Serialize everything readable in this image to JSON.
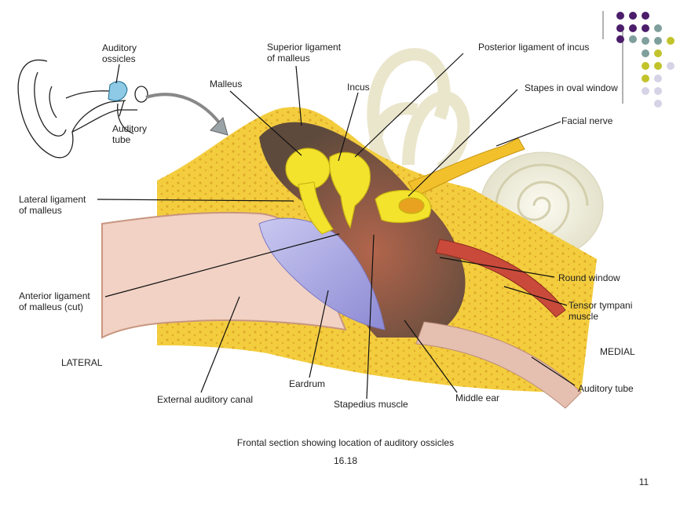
{
  "labels": {
    "auditory_ossicles": "Auditory\nossicles",
    "auditory_tube_inset": "Auditory\ntube",
    "superior_ligament": "Superior ligament\nof malleus",
    "malleus": "Malleus",
    "incus": "Incus",
    "posterior_ligament": "Posterior ligament of incus",
    "stapes": "Stapes in oval window",
    "facial_nerve": "Facial nerve",
    "lateral_ligament": "Lateral ligament\nof malleus",
    "anterior_ligament": "Anterior ligament\nof malleus (cut)",
    "lateral": "LATERAL",
    "round_window": "Round window",
    "tensor_tympani": "Tensor tympani\nmuscle",
    "medial": "MEDIAL",
    "auditory_tube": "Auditory tube",
    "external_canal": "External auditory canal",
    "eardrum": "Eardrum",
    "stapedius": "Stapedius muscle",
    "middle_ear": "Middle ear"
  },
  "caption": "Frontal section showing location of auditory ossicles",
  "figure_number": "16.18",
  "page_number": "11",
  "decor_colors": [
    "#4b1d6b",
    "#7f9f9c",
    "#c2c32b",
    "#d6d3e6"
  ]
}
